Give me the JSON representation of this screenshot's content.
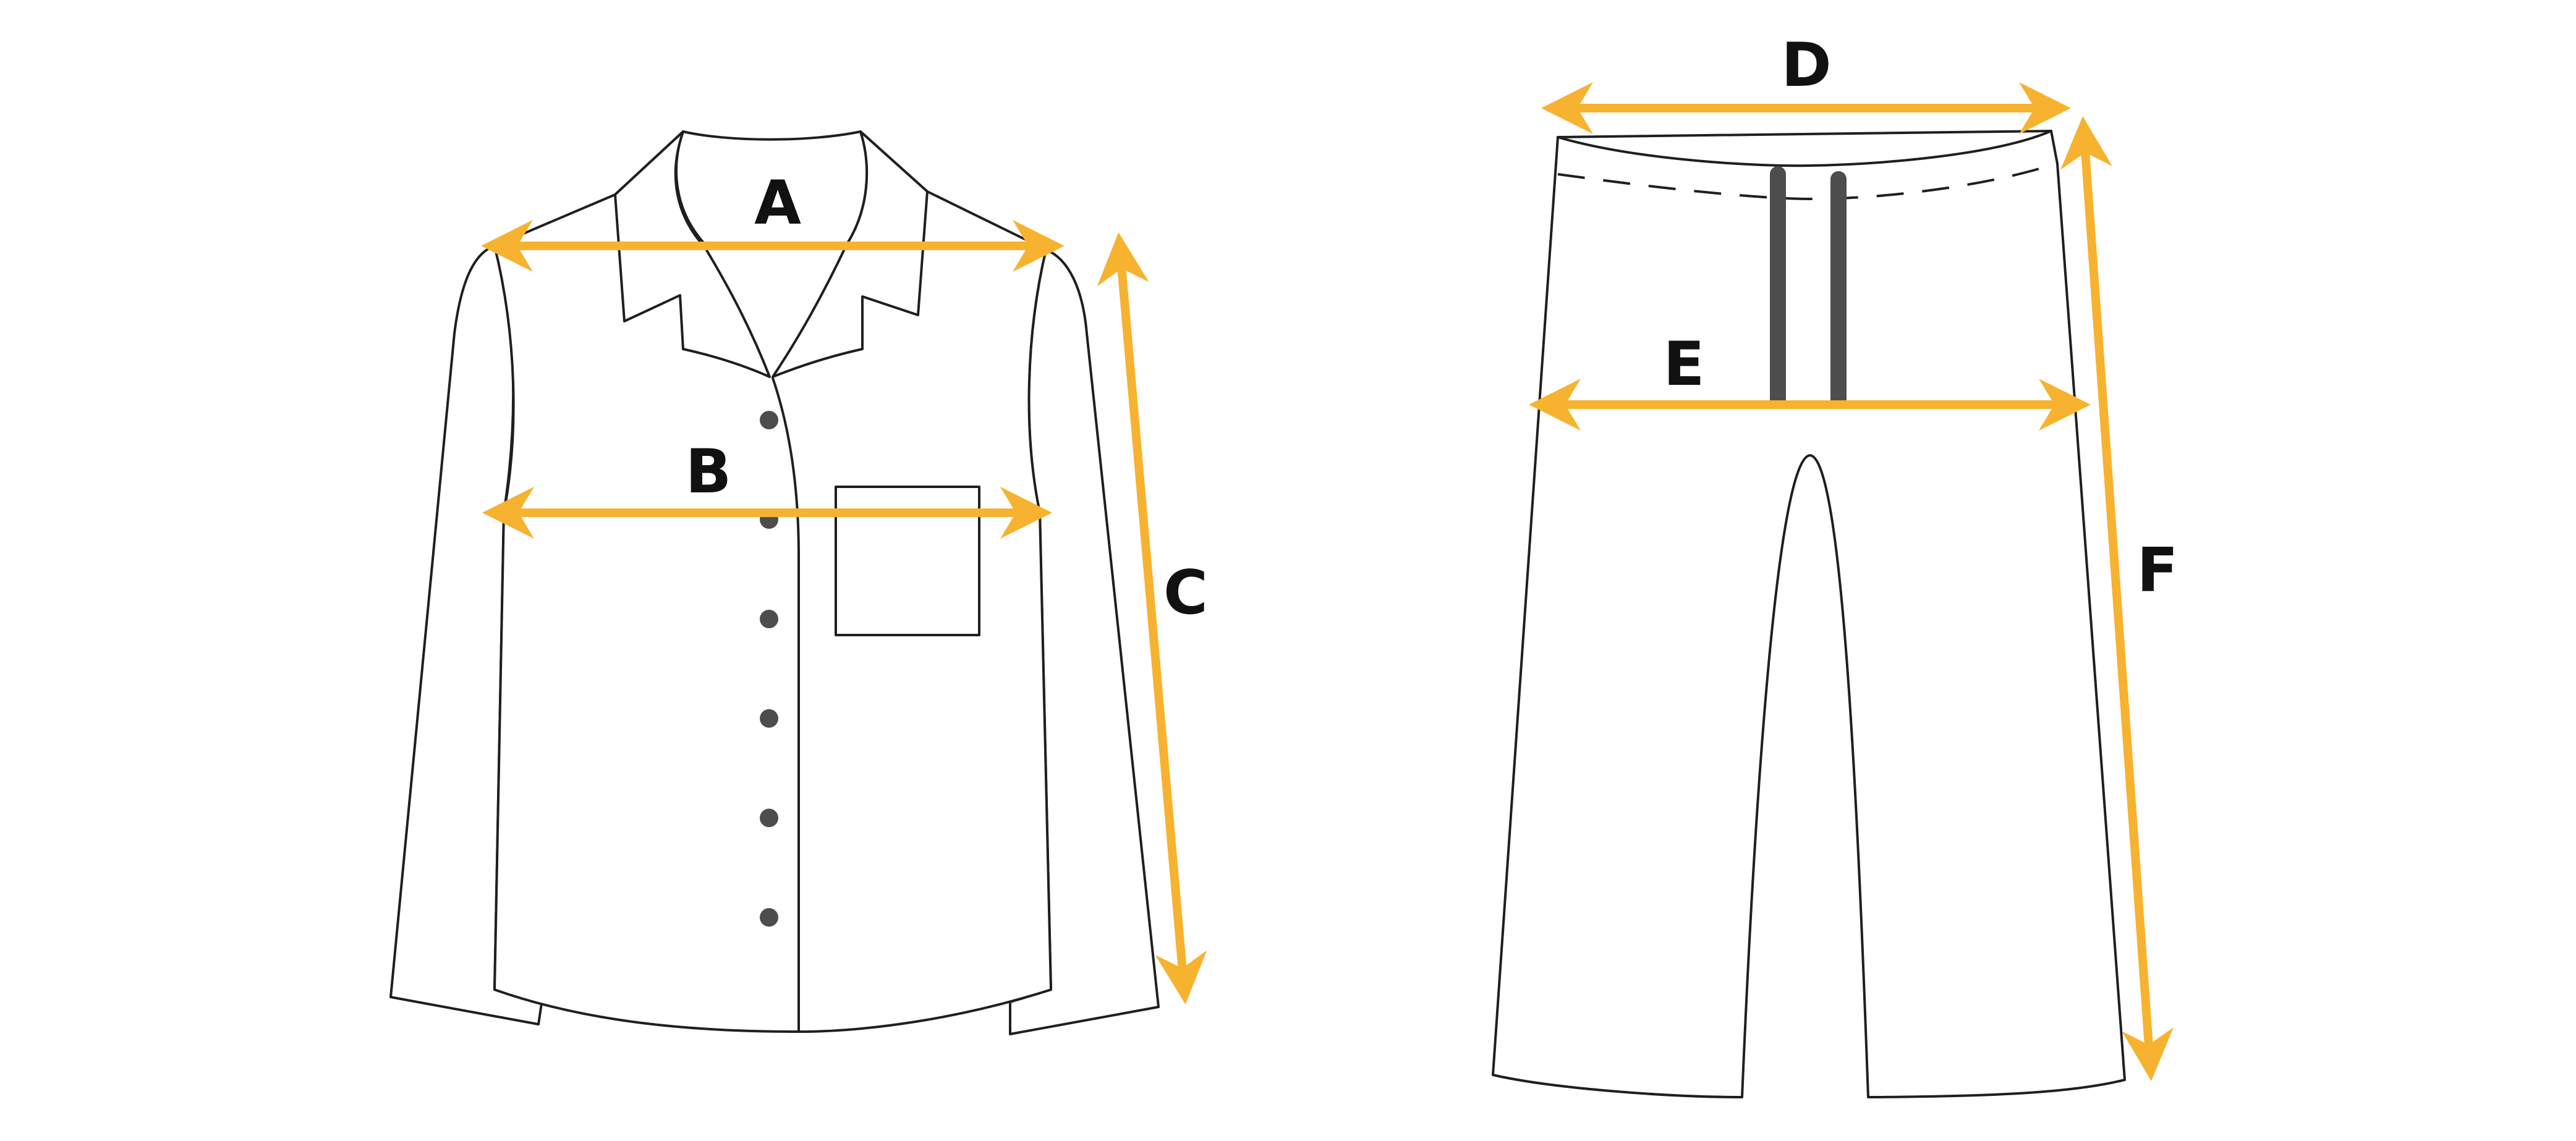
{
  "colors": {
    "arrow": "#F7B22F",
    "outline": "#1f1f1f",
    "button": "#4d4d4d",
    "drawstring": "#4d4d4d",
    "label": "#111111"
  },
  "shirt": {
    "name": "pajama-shirt",
    "button_count": 6,
    "measurements": {
      "A": "A",
      "B": "B",
      "C": "C"
    }
  },
  "pants": {
    "name": "pajama-pants",
    "measurements": {
      "D": "D",
      "E": "E",
      "F": "F"
    }
  }
}
